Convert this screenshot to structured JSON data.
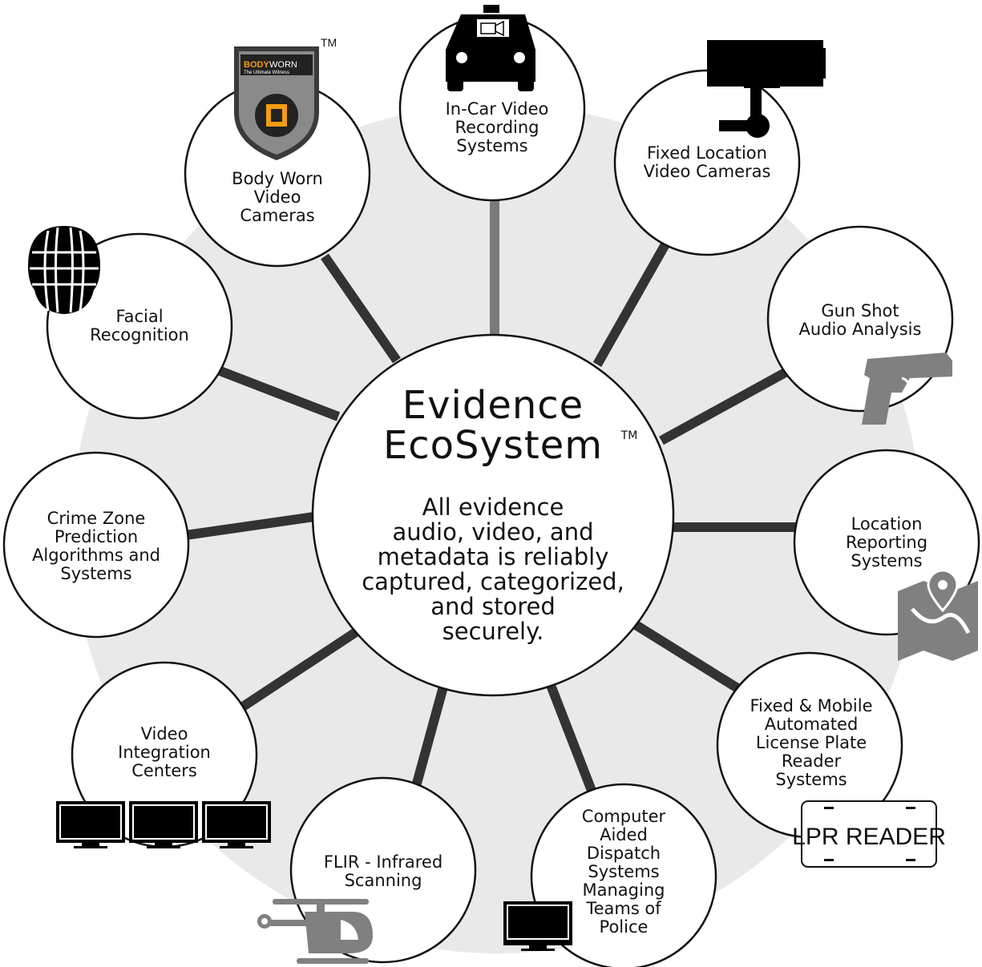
{
  "hub": {
    "title_line1": "Evidence",
    "title_line2": "EcoSystem",
    "trademark": "TM",
    "body_lines": [
      "All evidence",
      "audio, video, and",
      "metadata is reliably",
      "captured, categorized,",
      "and stored",
      "securely."
    ]
  },
  "nodes": [
    {
      "id": "in-car-video",
      "lines": [
        "In-Car Video",
        "Recording",
        "Systems"
      ],
      "icon": "police-car-icon"
    },
    {
      "id": "fixed-location-cameras",
      "lines": [
        "Fixed Location",
        "Video Cameras"
      ],
      "icon": "security-camera-icon"
    },
    {
      "id": "gun-shot-audio",
      "lines": [
        "Gun Shot",
        "Audio Analysis"
      ],
      "icon": "pistol-icon"
    },
    {
      "id": "location-reporting",
      "lines": [
        "Location",
        "Reporting",
        "Systems"
      ],
      "icon": "map-pin-icon"
    },
    {
      "id": "license-plate-reader",
      "lines": [
        "Fixed & Mobile",
        "Automated",
        "License Plate",
        "Reader",
        "Systems"
      ],
      "icon": "license-plate-icon"
    },
    {
      "id": "computer-aided-dispatch",
      "lines": [
        "Computer",
        "Aided",
        "Dispatch",
        "Systems",
        "Managing",
        "Teams of",
        "Police"
      ],
      "icon": "monitor-icon"
    },
    {
      "id": "flir-infrared",
      "lines": [
        "FLIR - Infrared",
        "Scanning"
      ],
      "icon": "helicopter-icon"
    },
    {
      "id": "video-integration",
      "lines": [
        "Video",
        "Integration",
        "Centers"
      ],
      "icon": "monitors-icon"
    },
    {
      "id": "crime-zone-prediction",
      "lines": [
        "Crime Zone",
        "Prediction",
        "Algorithms and",
        "Systems"
      ],
      "icon": "none"
    },
    {
      "id": "facial-recognition",
      "lines": [
        "Facial",
        "Recognition"
      ],
      "icon": "face-scan-icon"
    },
    {
      "id": "body-worn-cameras",
      "lines": [
        "Body Worn",
        "Video",
        "Cameras"
      ],
      "icon": "bodyworn-badge-icon"
    }
  ],
  "badge": {
    "brand_bold": "BODY",
    "brand_light": "WORN",
    "tagline": "The Ultimate Witness",
    "trademark": "TM"
  },
  "plate": {
    "text": "LPR READER"
  },
  "colors": {
    "backdrop": "#e9e9e9",
    "spoke": "#333333",
    "spoke_top": "#7a7a7a",
    "icon_gray": "#808080",
    "badge_orange": "#f39c12"
  }
}
